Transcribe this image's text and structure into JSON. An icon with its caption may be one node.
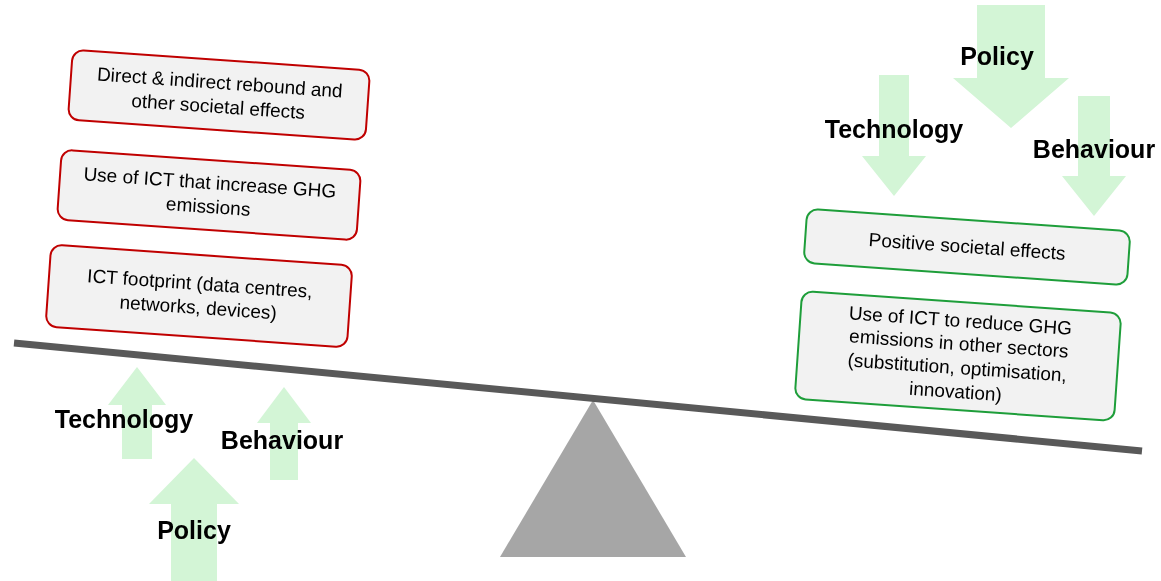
{
  "diagram": {
    "nodes": [
      {
        "text": [
          "Direct & indirect rebound and other societal effects"
        ]
      },
      {
        "text": [
          "Use of ICT that increase GHG emissions"
        ]
      },
      {
        "text": [
          "ICT footprint (data centres, networks, devices)"
        ]
      },
      {
        "text": [
          "Positive societal effects"
        ]
      },
      {
        "text": [
          "Use of ICT to reduce GHG emissions in other sectors (substitution, optimisation, innovation)"
        ]
      }
    ],
    "labels": [
      "Policy",
      "Technology",
      "Behaviour",
      "Technology",
      "Behaviour",
      "Policy"
    ]
  }
}
